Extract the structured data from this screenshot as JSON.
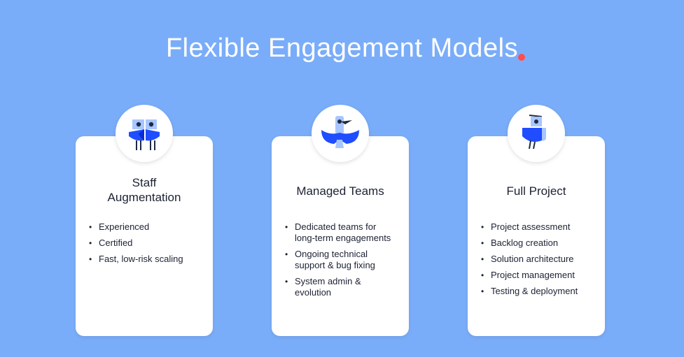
{
  "page": {
    "title": "Flexible Engagement Models"
  },
  "colors": {
    "background": "#7aadf9",
    "accent_dot": "#ff4d4d",
    "bird_blue": "#1f4dff",
    "bird_light": "#a8c6ff"
  },
  "cards": [
    {
      "icon": "two-birds-icon",
      "title_line1": "Staff",
      "title_line2": "Augmentation",
      "items": [
        "Experienced",
        "Certified",
        "Fast, low-risk scaling"
      ]
    },
    {
      "icon": "bird-wings-spread-icon",
      "title": "Managed Teams",
      "items": [
        {
          "l1": "Dedicated teams for",
          "l2": "long-term engagements"
        },
        {
          "l1": "Ongoing technical",
          "l2": "support & bug fixing"
        },
        {
          "l1": "System admin &",
          "l2": "evolution"
        }
      ]
    },
    {
      "icon": "bird-perched-icon",
      "title": "Full Project",
      "items": [
        "Project assessment",
        "Backlog creation",
        "Solution architecture",
        "Project management",
        "Testing & deployment"
      ]
    }
  ]
}
